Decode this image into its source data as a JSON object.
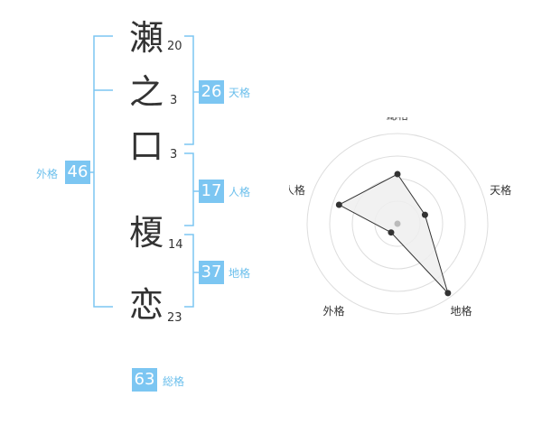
{
  "name": {
    "chars": [
      {
        "char": "瀬",
        "strokes": "20"
      },
      {
        "char": "之",
        "strokes": "3"
      },
      {
        "char": "口",
        "strokes": "3"
      },
      {
        "char": "榎",
        "strokes": "14"
      },
      {
        "char": "恋",
        "strokes": "23"
      }
    ]
  },
  "fortune": {
    "tenkaku": {
      "value": "26",
      "label": "天格"
    },
    "jinkaku": {
      "value": "17",
      "label": "人格"
    },
    "chikaku": {
      "value": "37",
      "label": "地格"
    },
    "gaikaku": {
      "value": "46",
      "label": "外格"
    },
    "soukaku": {
      "value": "63",
      "label": "総格"
    }
  },
  "colors": {
    "accent": "#7cc6f2",
    "label": "#6bbfec",
    "text": "#333333",
    "radar_fill": "#eeeeee",
    "radar_grid": "#dddddd"
  },
  "chart_data": {
    "type": "radar",
    "axes": [
      "総格",
      "天格",
      "地格",
      "外格",
      "人格"
    ],
    "values": [
      0.55,
      0.32,
      0.95,
      0.12,
      0.68
    ],
    "range": [
      0,
      1
    ],
    "rings": 4
  }
}
